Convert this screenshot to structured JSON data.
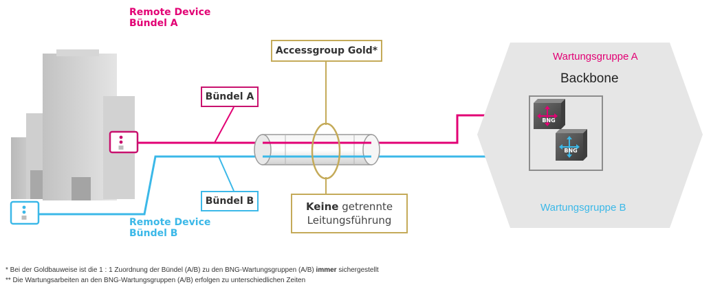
{
  "remote_device_a": {
    "line1": "Remote Device",
    "line2": "Bündel A"
  },
  "remote_device_b": {
    "line1": "Remote Device",
    "line2": "Bündel B"
  },
  "bundle_a_label": "Bündel A",
  "bundle_b_label": "Bündel B",
  "accessgroup_label": "Accessgroup Gold*",
  "keine_box": {
    "bold": "Keine",
    "rest": " getrennte",
    "line2": "Leitungsführung"
  },
  "backbone": {
    "title": "Backbone",
    "group_a": "Wartungsgruppe A",
    "group_b": "Wartungsgruppe B",
    "router_a_label": "BNG",
    "router_b_label": "BNG"
  },
  "footnotes": {
    "note1_pre": "* Bei der Goldbauweise ist die 1 : 1 Zuordnung der Bündel (A/B) zu den BNG-Wartungsgruppen (A/B)",
    "note1_bold": " immer",
    "note1_post": " sichergestellt",
    "note2": "** Die Wartungsarbeiten an den BNG-Wartungsgruppen (A/B) erfolgen zu unterschiedlichen Zeiten"
  },
  "colors": {
    "magenta": "#e20074",
    "cyan": "#3bb8e8",
    "gold": "#c4aa58",
    "hexagon": "#e6e6e6",
    "building": "#c8c8c8"
  }
}
